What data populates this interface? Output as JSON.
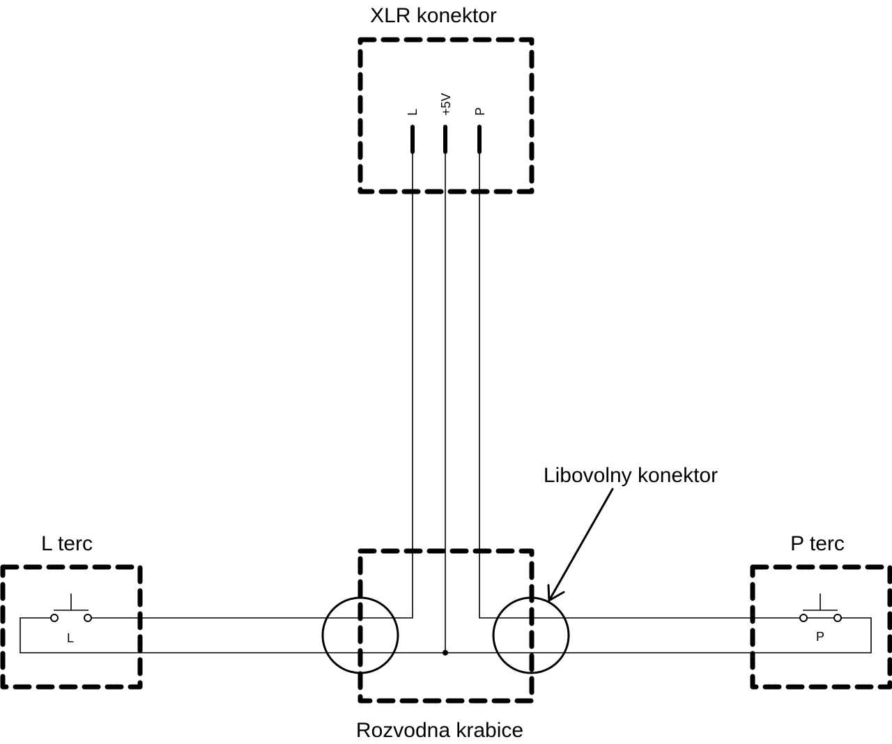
{
  "title": "Wiring diagram",
  "labels": {
    "xlr": "XLR konektor",
    "l_terc": "L terc",
    "p_terc": "P terc",
    "junction_box": "Rozvodna krabice",
    "any_connector": "Libovolny konektor"
  },
  "pins": {
    "left": "L",
    "power": "+5V",
    "right": "P"
  },
  "switches": {
    "left": "L",
    "right": "P"
  },
  "colors": {
    "line": "#000000",
    "background": "#ffffff"
  }
}
